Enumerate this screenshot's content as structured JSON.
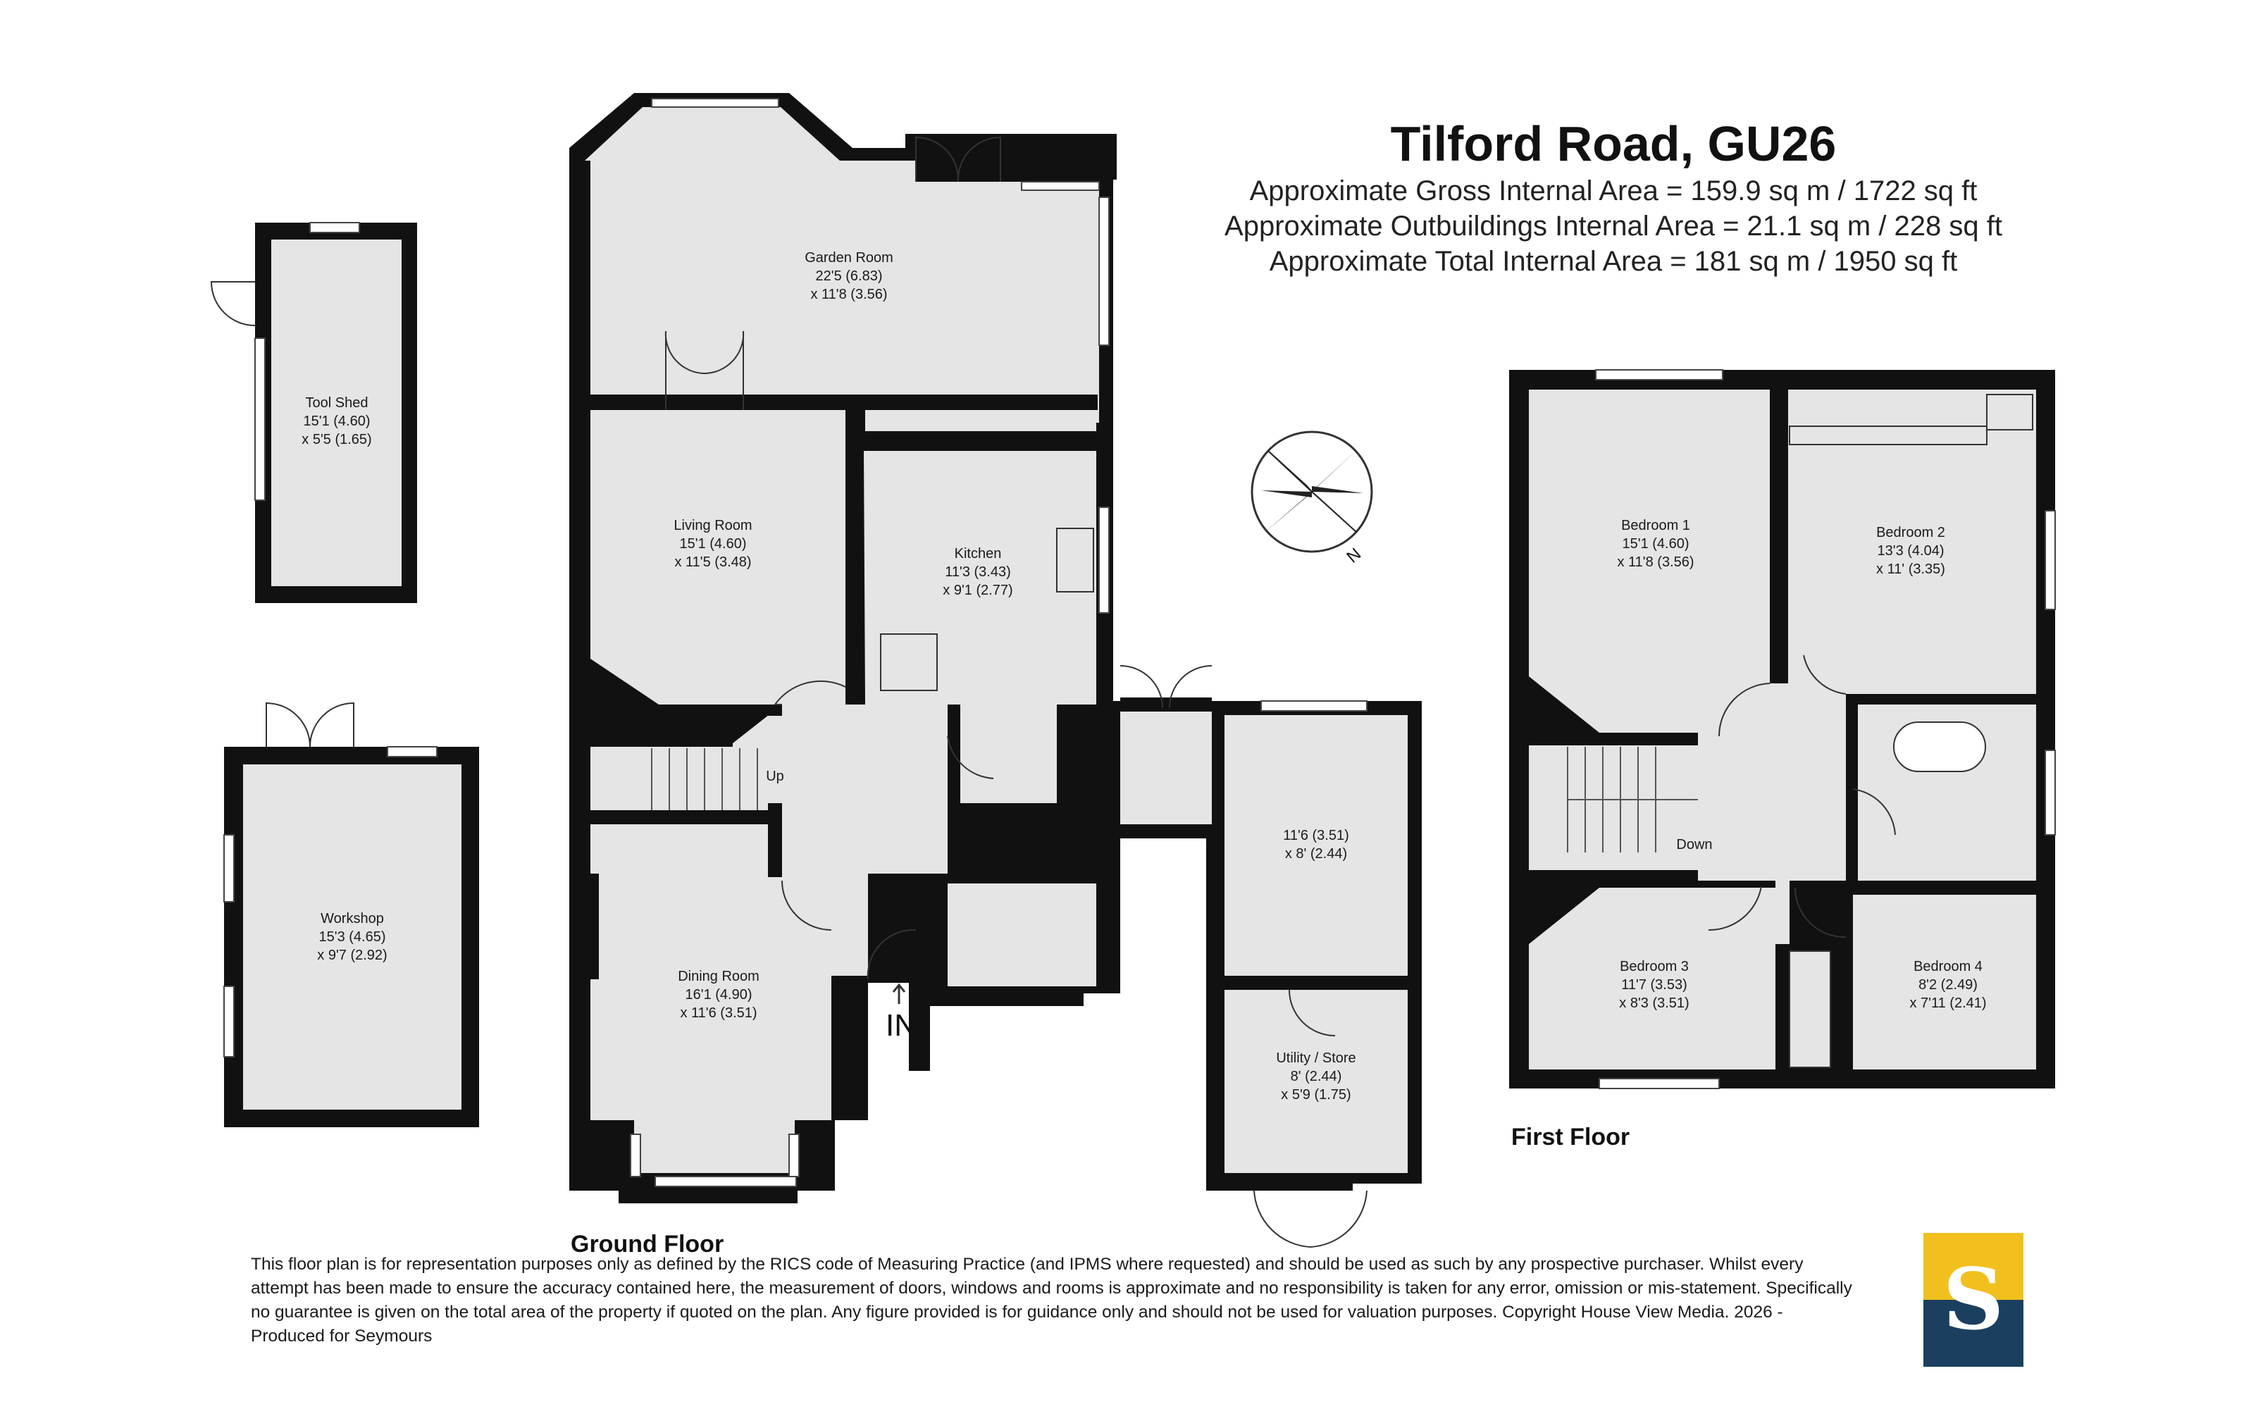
{
  "header": {
    "title": "Tilford Road, GU26",
    "gross_area": "Approximate Gross Internal Area = 159.9 sq m / 1722 sq ft",
    "outbuildings_area": "Approximate Outbuildings Internal Area = 21.1 sq m / 228 sq ft",
    "total_area": "Approximate Total Internal Area = 181 sq m / 1950 sq ft"
  },
  "rooms": {
    "garden_room": {
      "name": "Garden Room",
      "dim1": "22'5 (6.83)",
      "dim2": "x 11'8 (3.56)"
    },
    "living_room": {
      "name": "Living Room",
      "dim1": "15'1 (4.60)",
      "dim2": "x 11'5 (3.48)"
    },
    "kitchen": {
      "name": "Kitchen",
      "dim1": "11'3 (3.43)",
      "dim2": "x 9'1 (2.77)"
    },
    "dining_room": {
      "name": "Dining Room",
      "dim1": "16'1 (4.90)",
      "dim2": "x 11'6 (3.51)"
    },
    "store_room": {
      "dim1": "11'6 (3.51)",
      "dim2": "x 8' (2.44)"
    },
    "utility": {
      "name": "Utility / Store",
      "dim1": "8' (2.44)",
      "dim2": "x 5'9 (1.75)"
    },
    "tool_shed": {
      "name": "Tool Shed",
      "dim1": "15'1 (4.60)",
      "dim2": "x 5'5 (1.65)"
    },
    "workshop": {
      "name": "Workshop",
      "dim1": "15'3 (4.65)",
      "dim2": "x 9'7 (2.92)"
    },
    "bedroom1": {
      "name": "Bedroom 1",
      "dim1": "15'1 (4.60)",
      "dim2": "x 11'8 (3.56)"
    },
    "bedroom2": {
      "name": "Bedroom 2",
      "dim1": "13'3 (4.04)",
      "dim2": "x 11' (3.35)"
    },
    "bedroom3": {
      "name": "Bedroom 3",
      "dim1": "11'7 (3.53)",
      "dim2": "x 8'3 (3.51)"
    },
    "bedroom4": {
      "name": "Bedroom 4",
      "dim1": "8'2 (2.49)",
      "dim2": "x 7'11 (2.41)"
    }
  },
  "stairs": {
    "ground": "Up",
    "first": "Down"
  },
  "entrance": "IN",
  "compass": "N",
  "floors": {
    "ground": "Ground Floor",
    "first": "First Floor"
  },
  "disclaimer": "This floor plan is for representation purposes only as defined by the RICS code of Measuring Practice (and IPMS where requested) and should be used as such by any prospective purchaser. Whilst every attempt has been made to ensure the accuracy contained here, the measurement of doors, windows and rooms is approximate and no responsibility is taken for any error, omission or mis-statement. Specifically no guarantee is given on the total area of the property if quoted on the plan. Any figure provided is for guidance only and should not be used for valuation purposes. Copyright House View Media. 2026 - Produced for Seymours",
  "logo": {
    "letter": "S",
    "top_color": "#f2c01e",
    "bottom_color": "#1b3f5f"
  },
  "colors": {
    "wall": "#111111",
    "floor": "#e5e5e5"
  }
}
